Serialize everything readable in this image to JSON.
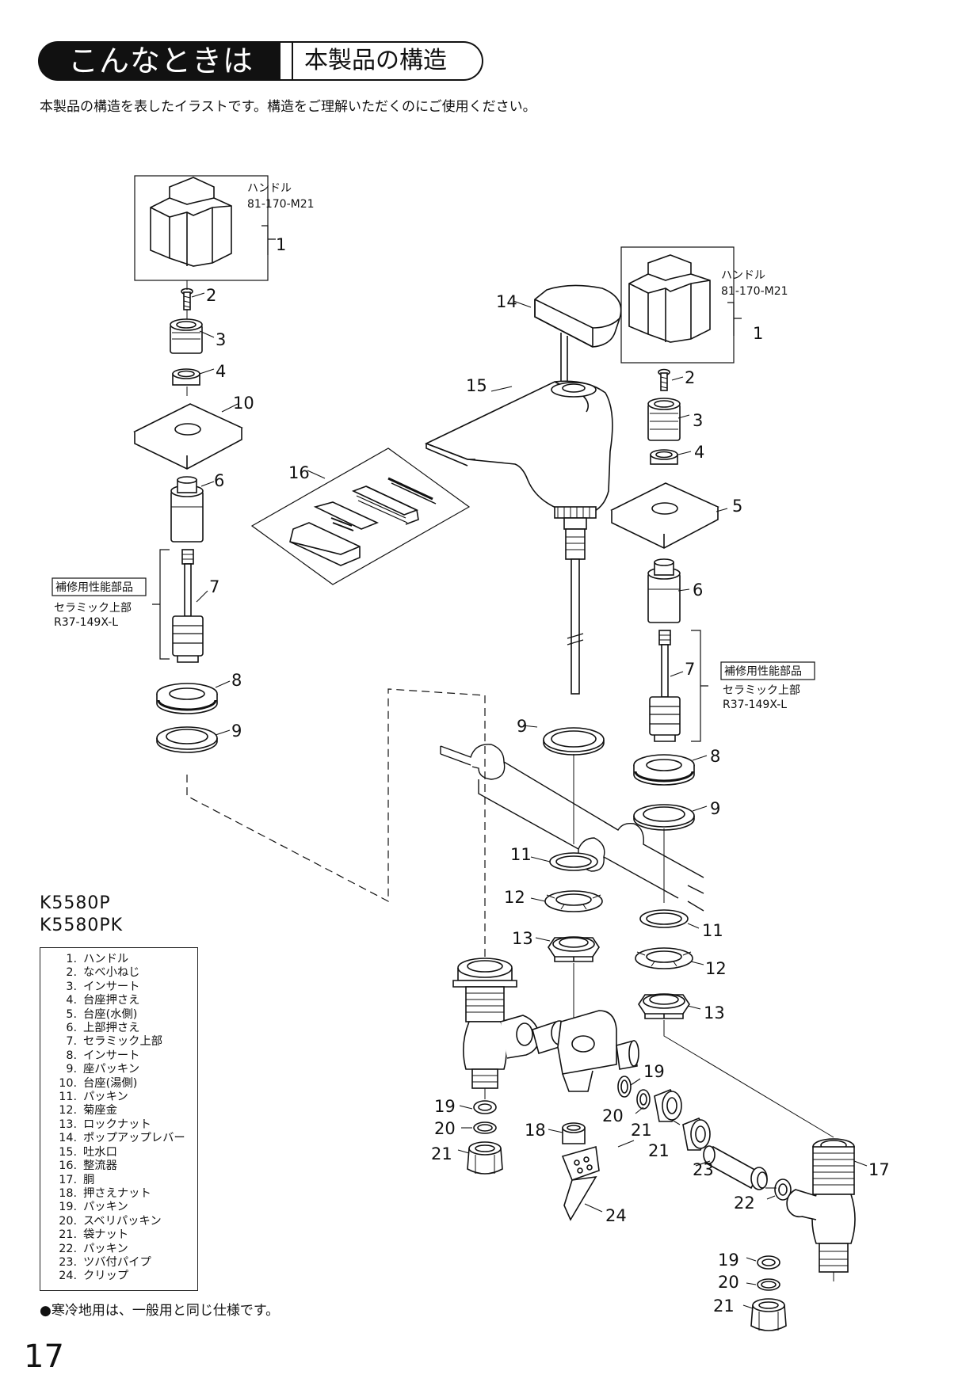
{
  "header": {
    "main": "こんなときは",
    "sub": "本製品の構造"
  },
  "intro": "本製品の構造を表したイラストです。構造をご理解いただくのにご使用ください。",
  "models": [
    "K5580P",
    "K5580PK"
  ],
  "legend": [
    {
      "num": "1.",
      "name": "ハンドル"
    },
    {
      "num": "2.",
      "name": "なべ小ねじ"
    },
    {
      "num": "3.",
      "name": "インサート"
    },
    {
      "num": "4.",
      "name": "台座押さえ"
    },
    {
      "num": "5.",
      "name": "台座(水側)"
    },
    {
      "num": "6.",
      "name": "上部押さえ"
    },
    {
      "num": "7.",
      "name": "セラミック上部"
    },
    {
      "num": "8.",
      "name": "インサート"
    },
    {
      "num": "9.",
      "name": "座パッキン"
    },
    {
      "num": "10.",
      "name": "台座(湯側)"
    },
    {
      "num": "11.",
      "name": "パッキン"
    },
    {
      "num": "12.",
      "name": "菊座金"
    },
    {
      "num": "13.",
      "name": "ロックナット"
    },
    {
      "num": "14.",
      "name": "ポップアップレバー"
    },
    {
      "num": "15.",
      "name": "吐水口"
    },
    {
      "num": "16.",
      "name": "整流器"
    },
    {
      "num": "17.",
      "name": "胴"
    },
    {
      "num": "18.",
      "name": "押さえナット"
    },
    {
      "num": "19.",
      "name": "パッキン"
    },
    {
      "num": "20.",
      "name": "スベリパッキン"
    },
    {
      "num": "21.",
      "name": "袋ナット"
    },
    {
      "num": "22.",
      "name": "パッキン"
    },
    {
      "num": "23.",
      "name": "ツバ付パイプ"
    },
    {
      "num": "24.",
      "name": "クリップ"
    }
  ],
  "footnote": "●寒冷地用は、一般用と同じ仕様です。",
  "page_number": "17",
  "diagram": {
    "handle_label": "ハンドル",
    "handle_part_no": "81-170-M21",
    "repair_tag": "補修用性能部品",
    "ceramic_label": "セラミック上部",
    "ceramic_part_no": "R37-149X-L",
    "callouts": {
      "n1": "1",
      "n2": "2",
      "n3": "3",
      "n4": "4",
      "n5": "5",
      "n6": "6",
      "n7": "7",
      "n8": "8",
      "n9": "9",
      "n10": "10",
      "n11": "11",
      "n12": "12",
      "n13": "13",
      "n14": "14",
      "n15": "15",
      "n16": "16",
      "n17": "17",
      "n18": "18",
      "n19": "19",
      "n20": "20",
      "n21": "21",
      "n22": "22",
      "n23": "23",
      "n24": "24"
    }
  }
}
